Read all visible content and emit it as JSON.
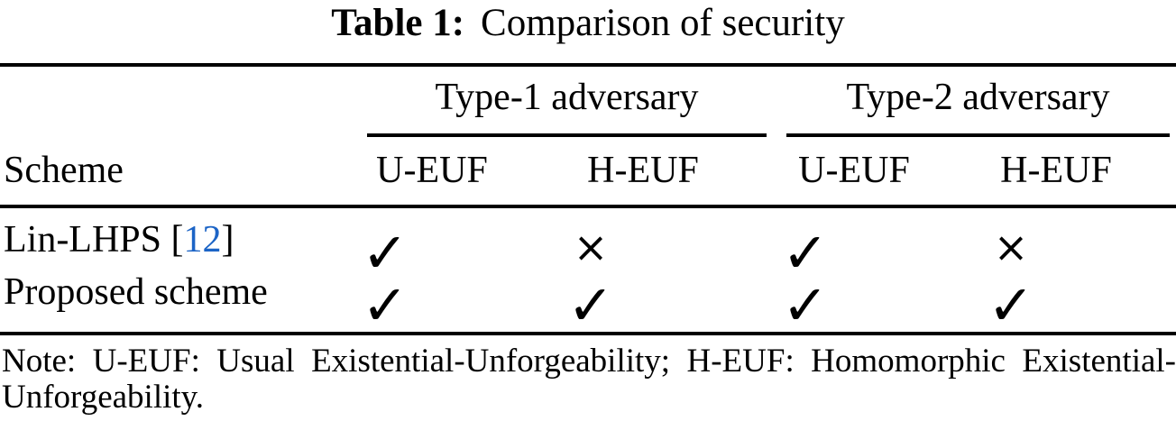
{
  "title": {
    "tag": "Table 1:",
    "text": "Comparison of security"
  },
  "table": {
    "group_headers": [
      "Type-1 adversary",
      "Type-2 adversary"
    ],
    "scheme_header": "Scheme",
    "sub_headers": [
      "U-EUF",
      "H-EUF",
      "U-EUF",
      "H-EUF"
    ],
    "rows": [
      {
        "label_prefix": "Lin-LHPS [",
        "citation": "12",
        "label_suffix": "]",
        "cells": [
          "✓",
          "×",
          "✓",
          "×"
        ]
      },
      {
        "label_prefix": "Proposed scheme",
        "citation": "",
        "label_suffix": "",
        "cells": [
          "✓",
          "✓",
          "✓",
          "✓"
        ]
      }
    ]
  },
  "note": {
    "line1": "Note: U-EUF: Usual Existential-Unforgeability; H-EUF: Homomorphic Existential-",
    "line2": "Unforgeability."
  },
  "colors": {
    "citation_link": "#1c64c6",
    "text": "#000000",
    "rule": "#000000",
    "background": "#ffffff"
  }
}
